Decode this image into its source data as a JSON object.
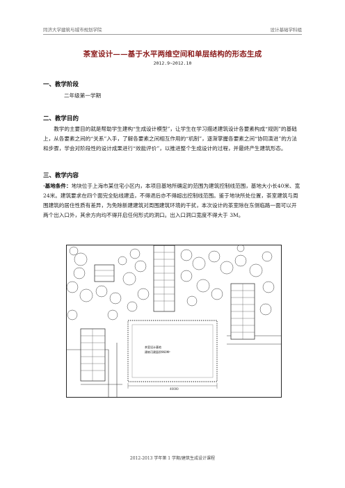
{
  "header": {
    "left": "同济大学建筑与城市规划学院",
    "right": "设计基础学科组"
  },
  "title": "茶室设计——基于水平两维空间和单层结构的形态生成",
  "date": "2012.9~2012.10",
  "sections": [
    {
      "heading": "一、教学阶段",
      "body": "二年级第一学期"
    },
    {
      "heading": "二、教学目的",
      "body": "教学的主要目的就是帮助学生建构“生成设计模型”，让学生在学习描述建筑设计各要素构成“规则”的基础上，从各要素之间的“关系”入手，了解各要素之间相互作用的“机制”，逐渐掌握各要素之间“协同演进”的方法和步骤，学会对阶段性的设计成果进行“效能评价”，以推进整个生成设计的过程，并最终产生建筑形态。"
    },
    {
      "heading": "三、教学内容",
      "bullet_label": "·基地条件：",
      "body": "地块位于上海市某住宅小区内，本项目基地所确定的范围为建筑控制线范围，基地大小长40米、宽24米。建筑要求在四个面完全贴线建造，不得退后亦不得超出控制线范围。鉴于地块所处位置，茶室建筑与周围建筑的居住性质有差异，为免除新建建筑对周围建筑环境的干扰，本次设计的茶室除在东侧临路一面可以开两个出入口外，其余方向均不得开启任何形式的洞口。出入口洞口宽度不得大于 3M。"
    }
  ],
  "site_plan": {
    "label_line1": "茶室设计基地",
    "label_line2": "建筑可建面积960M²",
    "dimension": "40000"
  },
  "footer": "2012-2013 学年第 1 学期/建筑生成设计课程"
}
